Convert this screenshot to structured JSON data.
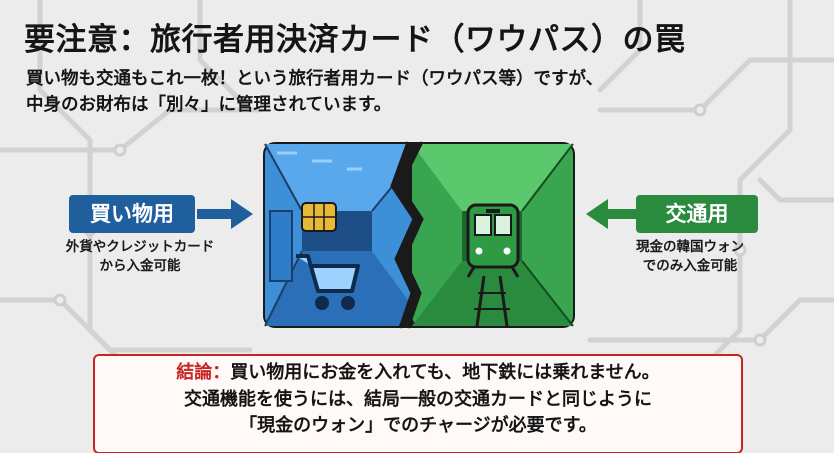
{
  "title": "要注意：旅行者用決済カード（ワウパス）の罠",
  "subtitle": {
    "line1": "買い物も交通もこれ一枚！という旅行者用カード（ワウパス等）ですが、",
    "line2": "中身のお財布は「別々」に管理されています。"
  },
  "shopping": {
    "label": "買い物用",
    "desc_line1": "外貨やクレジットカード",
    "desc_line2": "から入金可能"
  },
  "transit": {
    "label": "交通用",
    "desc_line1": "現金の韓国ウォン",
    "desc_line2": "でのみ入金可能"
  },
  "conclusion": {
    "key": "結論：",
    "line1": "買い物用にお金を入れても、地下鉄には乗れません。",
    "line2": "交通機能を使うには、結局一般の交通カードと同じように",
    "line3": "「現金のウォン」でのチャージが必要です。"
  },
  "colors": {
    "shopping_blue": "#1f5f9e",
    "transit_green": "#2a8a3e",
    "warning_red": "#c92424"
  },
  "icons": {
    "card_chip": "ic-chip-icon",
    "shopping_cart": "shopping-cart-icon",
    "train": "subway-train-icon"
  }
}
